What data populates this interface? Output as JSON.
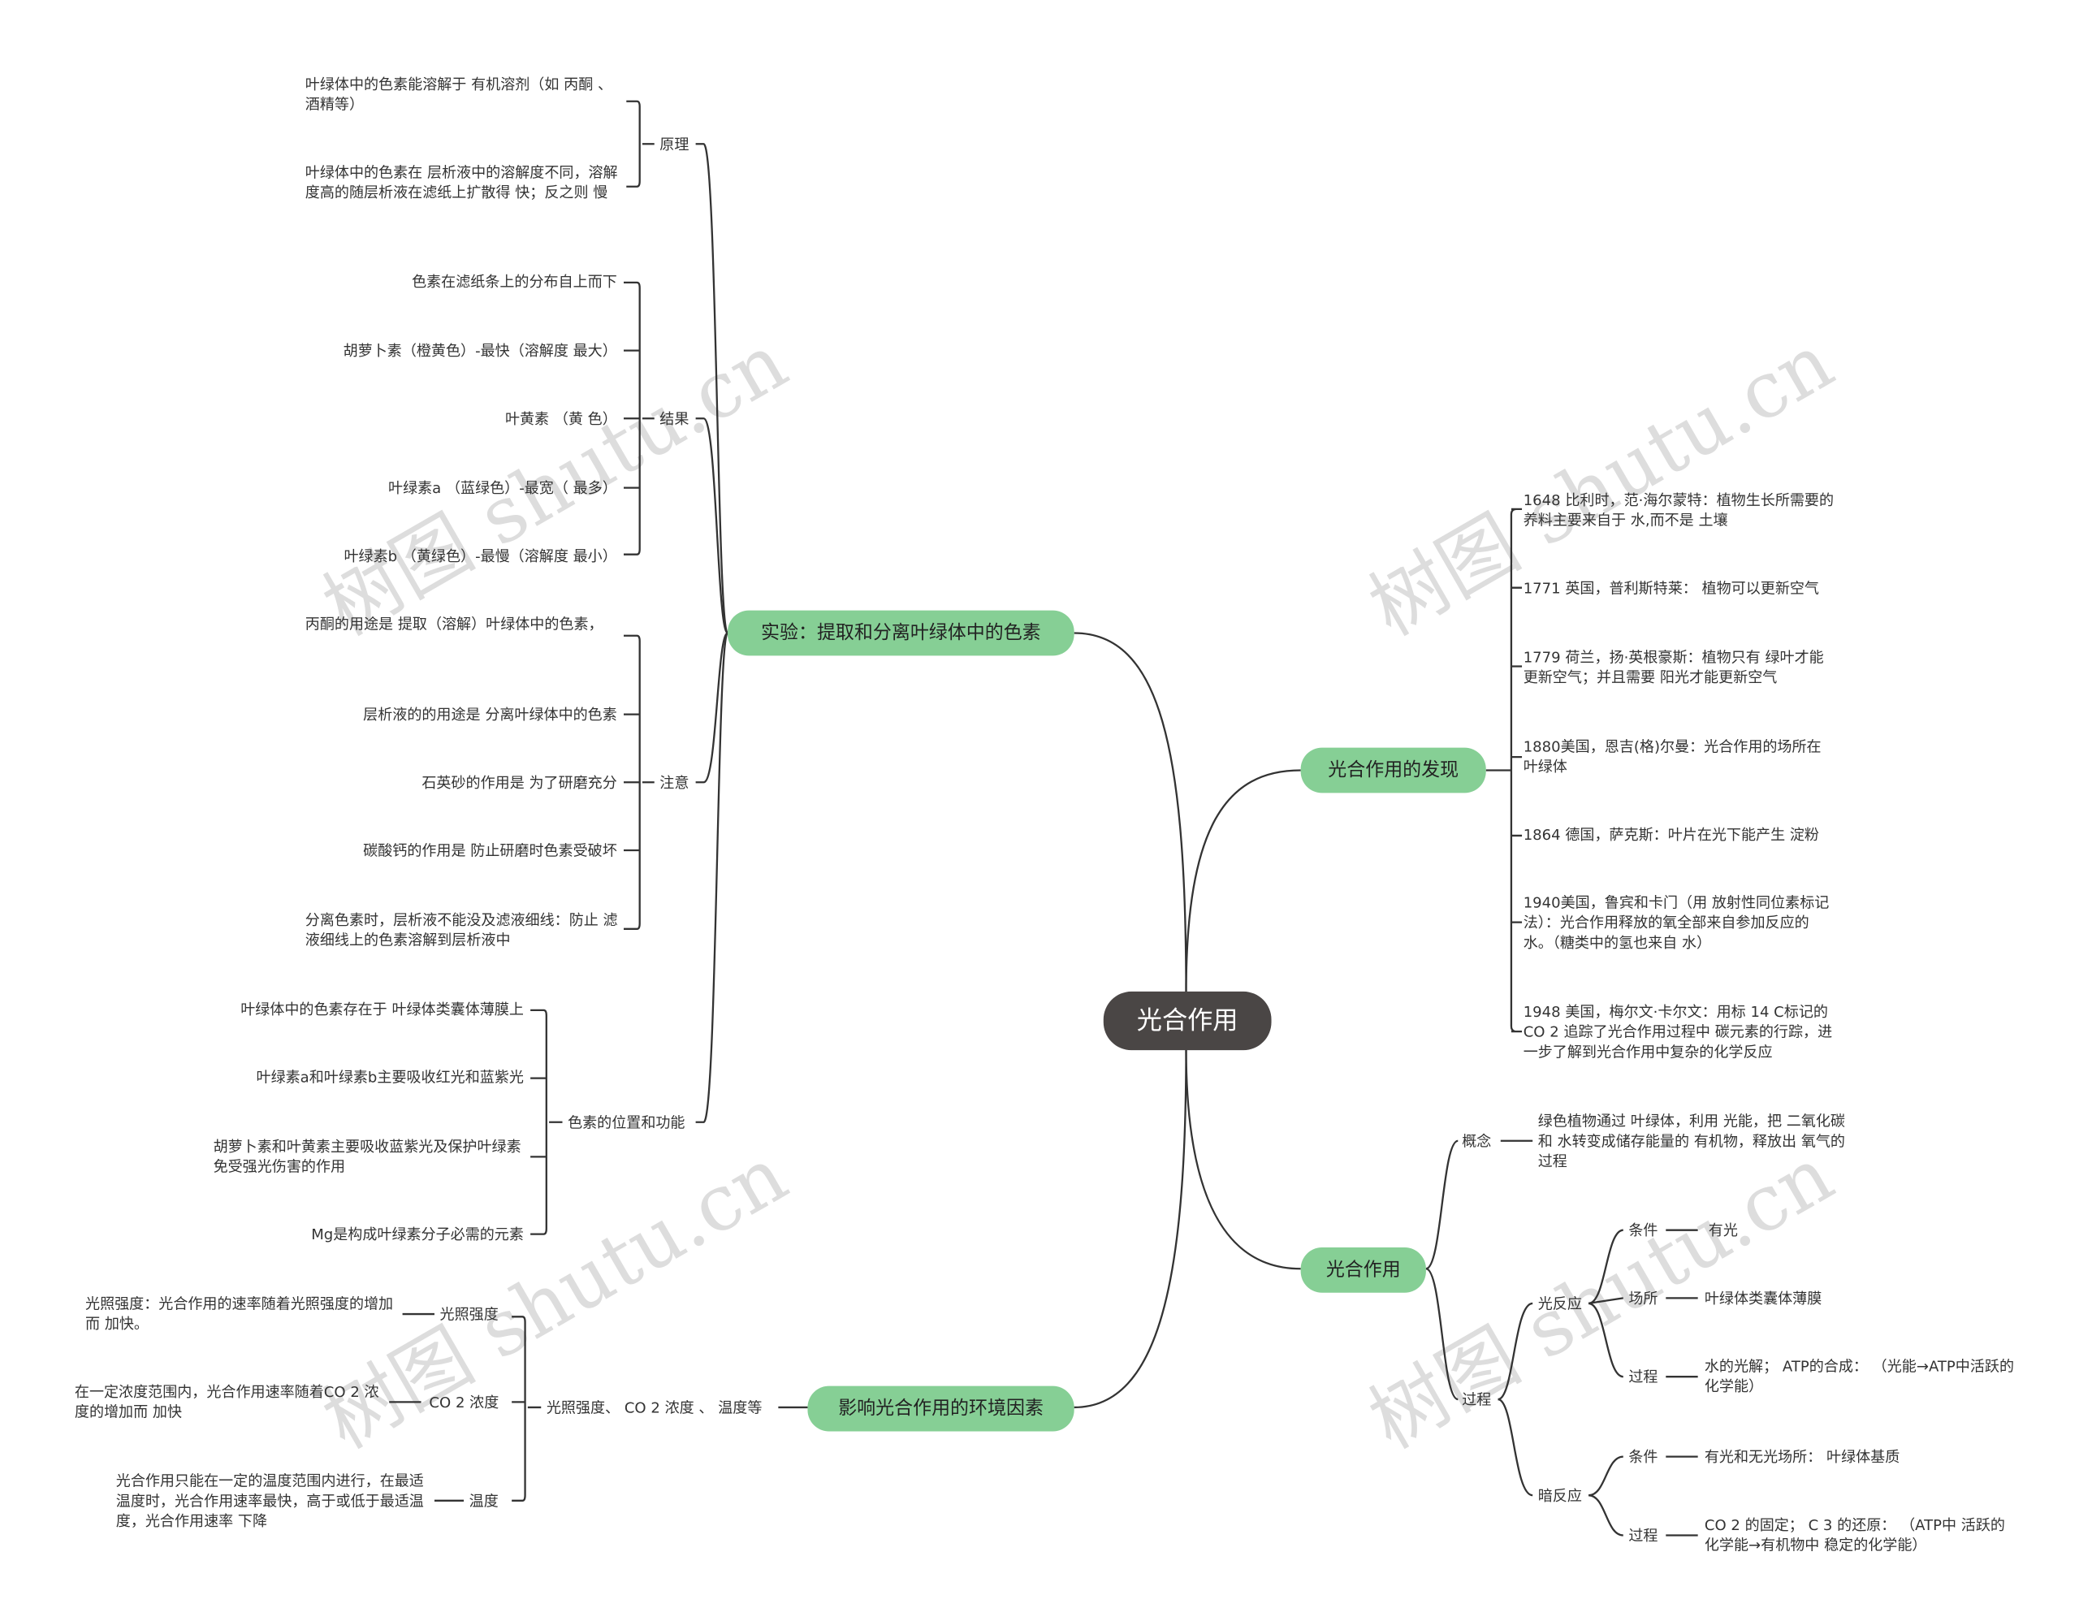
{
  "root": {
    "label": "光合作用"
  },
  "watermark": "树图 shutu.cn",
  "colors": {
    "root_fill": "#4a4645",
    "branch_fill": "#86cf95",
    "line": "#333333"
  },
  "left": {
    "experiment": {
      "label": "实验：提取和分离叶绿体中的色素",
      "principle": {
        "label": "原理",
        "items": [
          "叶绿体中的色素能溶解于 有机溶剂（如 丙酮 、 酒精等）",
          "叶绿体中的色素在 层析液中的溶解度不同，溶解度高的随层析液在滤纸上扩散得 快；反之则 慢"
        ]
      },
      "result": {
        "label": "结果",
        "items": [
          "色素在滤纸条上的分布自上而下",
          "胡萝卜素（橙黄色）-最快（溶解度 最大）",
          "叶黄素 （黄 色）",
          "叶绿素a （蓝绿色）-最宽（ 最多）",
          "叶绿素b （黄绿色）-最慢（溶解度 最小）"
        ]
      },
      "notes": {
        "label": "注意",
        "items": [
          "丙酮的用途是 提取（溶解）叶绿体中的色素，",
          "层析液的的用途是 分离叶绿体中的色素",
          "石英砂的作用是 为了研磨充分",
          "碳酸钙的作用是 防止研磨时色素受破坏",
          "分离色素时，层析液不能没及滤液细线：防止 滤液细线上的色素溶解到层析液中"
        ]
      },
      "pigment": {
        "label": "色素的位置和功能",
        "items": [
          "叶绿体中的色素存在于 叶绿体类囊体薄膜上",
          "叶绿素a和叶绿素b主要吸收红光和蓝紫光",
          "胡萝卜素和叶黄素主要吸收蓝紫光及保护叶绿素免受强光伤害的作用",
          "Mg是构成叶绿素分子必需的元素"
        ]
      }
    },
    "factors": {
      "label": "影响光合作用的环境因素",
      "sub": {
        "label": "光照强度、 CO 2 浓度 、 温度等",
        "items": [
          {
            "label": "光照强度",
            "desc": "光照强度：光合作用的速率随着光照强度的增加而 加快。"
          },
          {
            "label": "CO 2 浓度",
            "desc": "在一定浓度范围内，光合作用速率随着CO 2 浓度的增加而 加快"
          },
          {
            "label": "温度",
            "desc": "光合作用只能在一定的温度范围内进行，在最适温度时，光合作用速率最快，高于或低于最适温度，光合作用速率 下降"
          }
        ]
      }
    }
  },
  "right": {
    "discovery": {
      "label": "光合作用的发现",
      "items": [
        "1648 比利时，范·海尔蒙特：植物生长所需要的养料主要来自于 水,而不是 土壤",
        "1771 英国，普利斯特莱： 植物可以更新空气",
        "1779 荷兰，扬·英根豪斯：植物只有 绿叶才能更新空气；并且需要 阳光才能更新空气",
        "1880美国，恩吉(格)尔曼：光合作用的场所在 叶绿体",
        "1864 德国，萨克斯：叶片在光下能产生 淀粉",
        "1940美国，鲁宾和卡门（用 放射性同位素标记法）：光合作用释放的氧全部来自参加反应的 水。（糖类中的氢也来自 水）",
        "1948 美国，梅尔文·卡尔文：用标 14 C标记的CO 2 追踪了光合作用过程中 碳元素的行踪，进一步了解到光合作用中复杂的化学反应"
      ]
    },
    "photosynthesis": {
      "label": "光合作用",
      "concept": {
        "label": "概念",
        "desc": "绿色植物通过 叶绿体，利用 光能，把 二氧化碳和 水转变成储存能量的 有机物，释放出 氧气的过程"
      },
      "process": {
        "label": "过程",
        "light": {
          "label": "光反应",
          "items": [
            {
              "label": "条件",
              "desc": "有光"
            },
            {
              "label": "场所",
              "desc": "叶绿体类囊体薄膜"
            },
            {
              "label": "过程",
              "desc": "水的光解； ATP的合成： （光能→ATP中活跃的化学能）"
            }
          ]
        },
        "dark": {
          "label": "暗反应",
          "items": [
            {
              "label": "条件",
              "desc": "有光和无光场所： 叶绿体基质"
            },
            {
              "label": "过程",
              "desc": "CO 2 的固定； C 3 的还原： （ATP中 活跃的化学能→有机物中 稳定的化学能）"
            }
          ]
        }
      }
    }
  }
}
